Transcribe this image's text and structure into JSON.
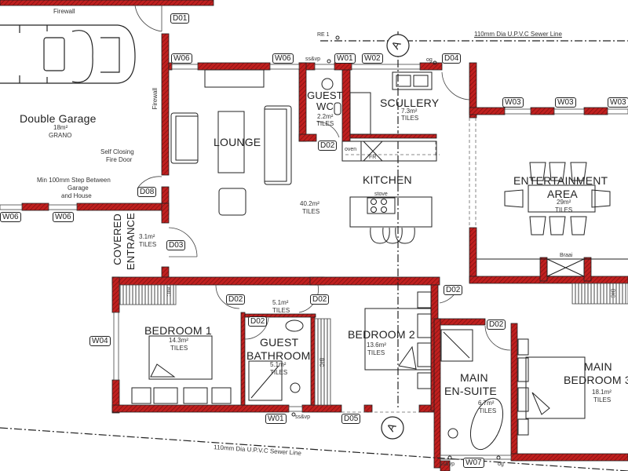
{
  "colors": {
    "wall": "#c0201f",
    "wall_hatch": "#7a0e0e",
    "line": "#222222",
    "background": "#ffffff"
  },
  "rooms": {
    "garage": {
      "name": "Double Garage",
      "area": "18m²",
      "finish": "GRANO"
    },
    "lounge": {
      "name": "LOUNGE"
    },
    "guest_wc": {
      "name": "GUEST WC",
      "area": "2.2m²",
      "finish": "TILES"
    },
    "scullery": {
      "name": "SCULLERY",
      "area": "7.3m²",
      "finish": "TILES"
    },
    "kitchen": {
      "name": "KITCHEN",
      "area": "40.2m²",
      "finish": "TILES"
    },
    "entertainment": {
      "name_line1": "ENTERTAINMENT",
      "name_line2": "AREA",
      "area": "29m²",
      "finish": "TILES"
    },
    "covered_entrance": {
      "name_line1": "COVERED",
      "name_line2": "ENTRANCE",
      "area": "3.1m²",
      "finish": "TILES"
    },
    "passage": {
      "area": "5.1m²",
      "finish": "TILES"
    },
    "bedroom1": {
      "name": "BEDROOM 1",
      "area": "14.3m²",
      "finish": "TILES"
    },
    "guest_bathroom": {
      "name_line1": "GUEST",
      "name_line2": "BATHROOM",
      "area": "5.1m²",
      "finish": "TILES"
    },
    "bedroom2": {
      "name": "BEDROOM 2",
      "area": "13.6m²",
      "finish": "TILES"
    },
    "main_ensuite": {
      "name_line1": "MAIN",
      "name_line2": "EN-SUITE",
      "area": "6.7m²",
      "finish": "TILES"
    },
    "main_bedroom": {
      "name_line1": "MAIN",
      "name_line2": "BEDROOM 3",
      "area": "18.1m²",
      "finish": "TILES"
    }
  },
  "notes": {
    "firewall_top": "Firewall",
    "firewall_side": "Firewall",
    "self_closing_1": "Self Closing",
    "self_closing_2": "Fire Door",
    "step_1": "Min 100mm Step Between",
    "step_2": "Garage",
    "step_3": "and House",
    "sewer_top": "110mm Dia U.P.V.C Sewer Line",
    "sewer_bottom": "110mm Dia U.P.V.C Sewer Line",
    "re1": "RE 1",
    "ssvp_top": "ss&vp",
    "ssvp_bottom": "ss&vp",
    "ssvp_ensuite": "ss&vp",
    "og_top": "og",
    "og_bottom": "og",
    "oven": "oven",
    "fridge": "FR",
    "stove": "stove",
    "braai": "Braai",
    "bic": "BIC",
    "section_marker": "A"
  },
  "tags": {
    "d01": "D01",
    "d02_wc": "D02",
    "d02_passage_l": "D02",
    "d02_passage_r": "D02",
    "d02_bath": "D02",
    "d02_bed2": "D02",
    "d02_ensuite": "D02",
    "d03": "D03",
    "d04": "D04",
    "d05": "D05",
    "d08": "D08",
    "w06_garage": "W06",
    "w06_lounge_l": "W06",
    "w06_lounge_r": "W06",
    "w06_left1": "W06",
    "w06_left2": "W06",
    "w01_top": "W01",
    "w02": "W02",
    "w03_1": "W03",
    "w03_2": "W03",
    "w03_3": "W03",
    "w04": "W04",
    "w01_bottom": "W01",
    "w07": "W07"
  }
}
